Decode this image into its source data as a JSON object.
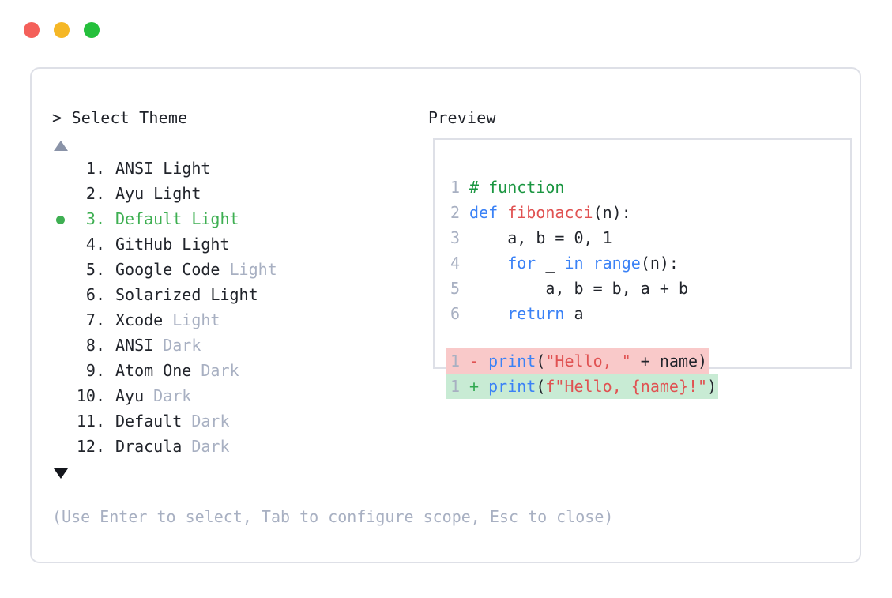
{
  "titlebar": {
    "dots": [
      {
        "name": "close-dot",
        "color": "#F4605A"
      },
      {
        "name": "minimize-dot",
        "color": "#F5B726"
      },
      {
        "name": "maximize-dot",
        "color": "#25C03C"
      }
    ]
  },
  "left": {
    "prompt_title": "> Select Theme",
    "scroll_up_icon": "triangle-up-icon",
    "scroll_down_icon": "triangle-down-icon",
    "selected_index": 3,
    "selected_bullet": "•",
    "items": [
      {
        "num": " 1.",
        "name": "ANSI",
        "suffix": " Light",
        "suffix_muted": false,
        "selected": false
      },
      {
        "num": " 2.",
        "name": "Ayu",
        "suffix": " Light",
        "suffix_muted": false,
        "selected": false
      },
      {
        "num": " 3.",
        "name": "Default",
        "suffix": " Light",
        "suffix_muted": false,
        "selected": true
      },
      {
        "num": " 4.",
        "name": "GitHub",
        "suffix": " Light",
        "suffix_muted": false,
        "selected": false
      },
      {
        "num": " 5.",
        "name": "Google Code",
        "suffix": " Light",
        "suffix_muted": true,
        "selected": false
      },
      {
        "num": " 6.",
        "name": "Solarized",
        "suffix": " Light",
        "suffix_muted": false,
        "selected": false
      },
      {
        "num": " 7.",
        "name": "Xcode",
        "suffix": " Light",
        "suffix_muted": true,
        "selected": false
      },
      {
        "num": " 8.",
        "name": "ANSI",
        "suffix": " Dark",
        "suffix_muted": true,
        "selected": false
      },
      {
        "num": " 9.",
        "name": "Atom One",
        "suffix": " Dark",
        "suffix_muted": true,
        "selected": false
      },
      {
        "num": "10.",
        "name": "Ayu",
        "suffix": " Dark",
        "suffix_muted": true,
        "selected": false
      },
      {
        "num": "11.",
        "name": "Default",
        "suffix": " Dark",
        "suffix_muted": true,
        "selected": false
      },
      {
        "num": "12.",
        "name": "Dracula",
        "suffix": " Dark",
        "suffix_muted": true,
        "selected": false
      }
    ],
    "hint": "(Use Enter to select, Tab to configure scope, Esc to close)"
  },
  "preview": {
    "title": "Preview",
    "code_lines": [
      {
        "no": "1",
        "tokens": [
          {
            "t": "# function",
            "c": "tok-comment"
          }
        ]
      },
      {
        "no": "2",
        "tokens": [
          {
            "t": "def ",
            "c": "tok-kw"
          },
          {
            "t": "fibonacci",
            "c": "tok-fn"
          },
          {
            "t": "(n):",
            "c": "tok-plain"
          }
        ]
      },
      {
        "no": "3",
        "tokens": [
          {
            "t": "    a, b = 0, 1",
            "c": "tok-plain"
          }
        ]
      },
      {
        "no": "4",
        "tokens": [
          {
            "t": "    ",
            "c": "tok-plain"
          },
          {
            "t": "for",
            "c": "tok-kw"
          },
          {
            "t": " _ ",
            "c": "tok-plain"
          },
          {
            "t": "in ",
            "c": "tok-kw"
          },
          {
            "t": "range",
            "c": "tok-kw"
          },
          {
            "t": "(n):",
            "c": "tok-plain"
          }
        ]
      },
      {
        "no": "5",
        "tokens": [
          {
            "t": "        a, b = b, a + b",
            "c": "tok-plain"
          }
        ]
      },
      {
        "no": "6",
        "tokens": [
          {
            "t": "    ",
            "c": "tok-plain"
          },
          {
            "t": "return",
            "c": "tok-kw"
          },
          {
            "t": " a",
            "c": "tok-plain"
          }
        ]
      }
    ],
    "diff_lines": [
      {
        "no": "1",
        "sign": "-",
        "kind": "del",
        "tokens": [
          {
            "t": "print",
            "c": "tok-kw"
          },
          {
            "t": "(",
            "c": "tok-plain"
          },
          {
            "t": "\"Hello, \"",
            "c": "tok-str"
          },
          {
            "t": " + name)",
            "c": "tok-plain"
          }
        ]
      },
      {
        "no": "1",
        "sign": "+",
        "kind": "add",
        "tokens": [
          {
            "t": "print",
            "c": "tok-kw"
          },
          {
            "t": "(",
            "c": "tok-plain"
          },
          {
            "t": "f\"Hello, {name}!\"",
            "c": "tok-str"
          },
          {
            "t": ")",
            "c": "tok-plain"
          }
        ]
      }
    ]
  },
  "colors": {
    "border": "#DEE0E7",
    "selected_green": "#3EAF52",
    "muted": "#A8B0C2",
    "text": "#21242B",
    "diff_del_bg": "#F9C9C9",
    "diff_add_bg": "#C8EBD4"
  }
}
